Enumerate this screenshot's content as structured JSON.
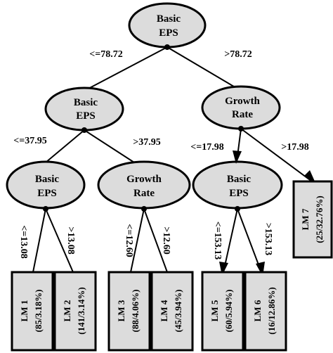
{
  "nodes": {
    "root": {
      "line1": "Basic",
      "line2": "EPS"
    },
    "n_left": {
      "line1": "Basic",
      "line2": "EPS"
    },
    "n_right": {
      "line1": "Growth",
      "line2": "Rate"
    },
    "n_ll": {
      "line1": "Basic",
      "line2": "EPS"
    },
    "n_lr": {
      "line1": "Growth",
      "line2": "Rate"
    },
    "n_rl": {
      "line1": "Basic",
      "line2": "EPS"
    }
  },
  "edges": {
    "root_left": "<=78.72",
    "root_right": ">78.72",
    "left_left": "<=37.95",
    "left_right": ">37.95",
    "right_left": "<=17.98",
    "right_right": ">17.98",
    "ll_left": "<=13.08",
    "ll_right": ">13.08",
    "lr_left": "<=12.60",
    "lr_right": ">12.60",
    "rl_left": "<=153.13",
    "rl_right": ">153.13"
  },
  "leaves": {
    "lm1": {
      "name": "LM 1",
      "stats": "(85/3.18%)"
    },
    "lm2": {
      "name": "LM 2",
      "stats": "(141/3.14%)"
    },
    "lm3": {
      "name": "LM 3",
      "stats": "(88/4.06%)"
    },
    "lm4": {
      "name": "LM 4",
      "stats": "(45/3.94%)"
    },
    "lm5": {
      "name": "LM 5",
      "stats": "(60/5.94%)"
    },
    "lm6": {
      "name": "LM 6",
      "stats": "(16/12.86%)"
    },
    "lm7": {
      "name": "LM 7",
      "stats": "(25/32.76%)"
    }
  }
}
